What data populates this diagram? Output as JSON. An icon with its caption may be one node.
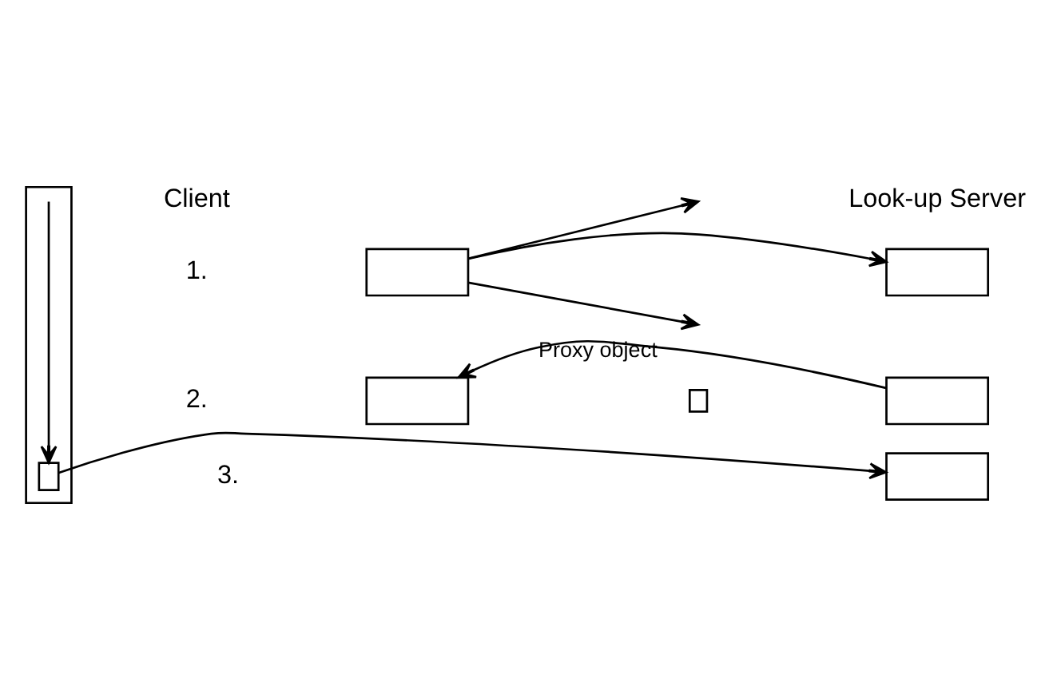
{
  "diagram": {
    "nodes": [
      {
        "text": [],
        "shape": "box"
      },
      {
        "text": [],
        "shape": "box"
      },
      {
        "text": [],
        "shape": "box"
      },
      {
        "text": [],
        "shape": "box"
      },
      {
        "text": [],
        "shape": "box"
      },
      {
        "text": [],
        "shape": "box"
      },
      {
        "text": [],
        "shape": "box",
        "in": 5
      },
      {
        "text": [],
        "shape": "box"
      }
    ],
    "edges": [
      {
        "from": 0,
        "to": null,
        "arrow": "to"
      },
      {
        "from": 0,
        "to": 1,
        "arrow": "to"
      },
      {
        "from": 0,
        "to": null,
        "arrow": "to"
      },
      {
        "from": 4,
        "to": 3,
        "label": "Proxy object",
        "arrow": "to"
      },
      {
        "from": null,
        "to": 6,
        "arrow": "to"
      },
      {
        "from": 6,
        "to": 7,
        "arrow": "to"
      }
    ],
    "labels": [
      "Client",
      "Look-up Server",
      "1.",
      "2.",
      "3."
    ]
  }
}
